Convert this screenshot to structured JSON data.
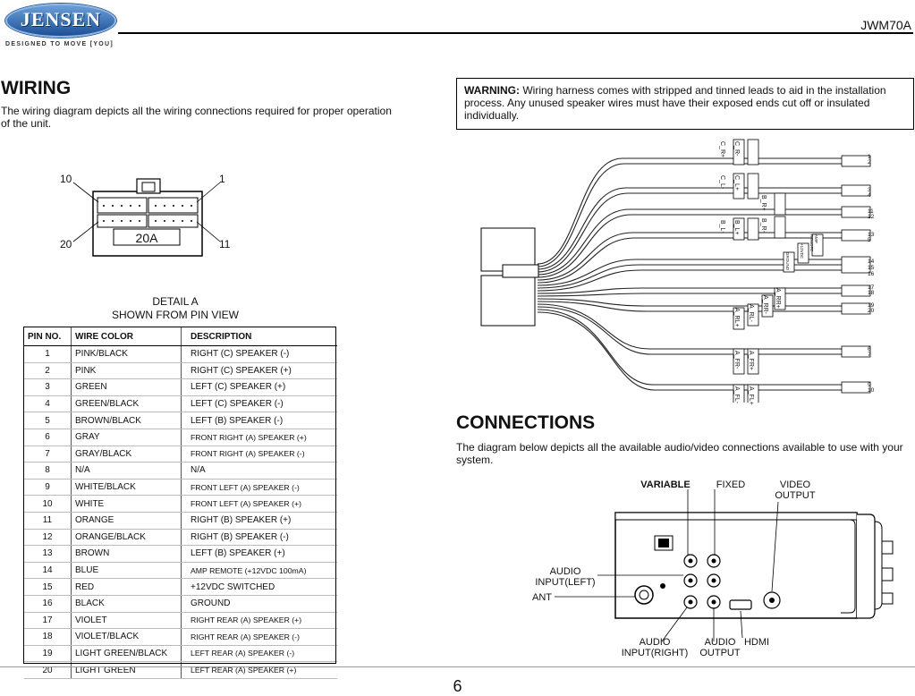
{
  "header": {
    "brand": "JENSEN",
    "tagline": "DESIGNED TO MOVE [YOU]",
    "model": "JWM70A"
  },
  "wiring": {
    "title": "WIRING",
    "description": "The wiring diagram depicts all the wiring connections required for proper operation of the unit.",
    "connector": {
      "pin_top_left": "10",
      "pin_top_right": "1",
      "pin_bottom_left": "20",
      "pin_bottom_right": "11",
      "fuse_label": "20A"
    },
    "detail_caption_1": "DETAIL A",
    "detail_caption_2": "SHOWN FROM PIN VIEW"
  },
  "pin_table": {
    "headers": [
      "PIN NO.",
      "WIRE COLOR",
      "DESCRIPTION"
    ],
    "rows": [
      [
        "1",
        "PINK/BLACK",
        "RIGHT (C) SPEAKER (-)"
      ],
      [
        "2",
        "PINK",
        "RIGHT (C) SPEAKER (+)"
      ],
      [
        "3",
        "GREEN",
        "LEFT (C) SPEAKER (+)"
      ],
      [
        "4",
        "GREEN/BLACK",
        "LEFT (C) SPEAKER (-)"
      ],
      [
        "5",
        "BROWN/BLACK",
        "LEFT (B) SPEAKER (-)"
      ],
      [
        "6",
        "GRAY",
        "FRONT RIGHT (A) SPEAKER (+)"
      ],
      [
        "7",
        "GRAY/BLACK",
        "FRONT RIGHT (A) SPEAKER (-)"
      ],
      [
        "8",
        "N/A",
        "N/A"
      ],
      [
        "9",
        "WHITE/BLACK",
        "FRONT LEFT (A) SPEAKER (-)"
      ],
      [
        "10",
        "WHITE",
        "FRONT LEFT (A) SPEAKER (+)"
      ],
      [
        "11",
        "ORANGE",
        "RIGHT (B) SPEAKER (+)"
      ],
      [
        "12",
        "ORANGE/BLACK",
        "RIGHT (B) SPEAKER (-)"
      ],
      [
        "13",
        "BROWN",
        "LEFT (B) SPEAKER (+)"
      ],
      [
        "14",
        "BLUE",
        "AMP REMOTE (+12VDC 100mA)"
      ],
      [
        "15",
        "RED",
        "+12VDC SWITCHED"
      ],
      [
        "16",
        "BLACK",
        "GROUND"
      ],
      [
        "17",
        "VIOLET",
        "RIGHT REAR (A) SPEAKER (+)"
      ],
      [
        "18",
        "VIOLET/BLACK",
        "RIGHT REAR (A) SPEAKER (-)"
      ],
      [
        "19",
        "LIGHT GREEN/BLACK",
        "LEFT REAR (A) SPEAKER (-)"
      ],
      [
        "20",
        "LIGHT GREEN",
        "LEFT REAR (A) SPEAKER (+)"
      ]
    ]
  },
  "warning": {
    "label": "WARNING:",
    "text": " Wiring harness comes with stripped and tinned leads to aid in the installation process. Any unused speaker wires must have their exposed ends cut off or insulated individually."
  },
  "harness": {
    "tags": [
      "C_R-",
      "C_R+",
      "C_L+",
      "C_L-",
      "B_R+",
      "B_R-",
      "B_L+",
      "B_L-",
      "AMP REMOTE",
      "+12VDC",
      "GROUND",
      "A_RR+",
      "A_RR-",
      "A_RL-",
      "A_RL+",
      "A_FR+",
      "A_FR-",
      "A_FL+",
      "A_FL-"
    ],
    "pin_numbers": [
      "1",
      "2",
      "3",
      "4",
      "11",
      "12",
      "13",
      "5",
      "14",
      "15",
      "16",
      "17",
      "18",
      "19",
      "20",
      "6",
      "7",
      "9",
      "10"
    ]
  },
  "connections": {
    "title": "CONNECTIONS",
    "description": "The diagram below depicts all the available audio/video connections available to use with your system.",
    "labels": {
      "variable": "VARIABLE",
      "fixed": "FIXED",
      "video_output": "VIDEO OUTPUT",
      "audio_input_left": "AUDIO INPUT(LEFT)",
      "ant": "ANT",
      "audio_input_right": "AUDIO INPUT(RIGHT)",
      "audio_output": "AUDIO OUTPUT",
      "hdmi": "HDMI"
    }
  },
  "footer": {
    "page_number": "6"
  }
}
